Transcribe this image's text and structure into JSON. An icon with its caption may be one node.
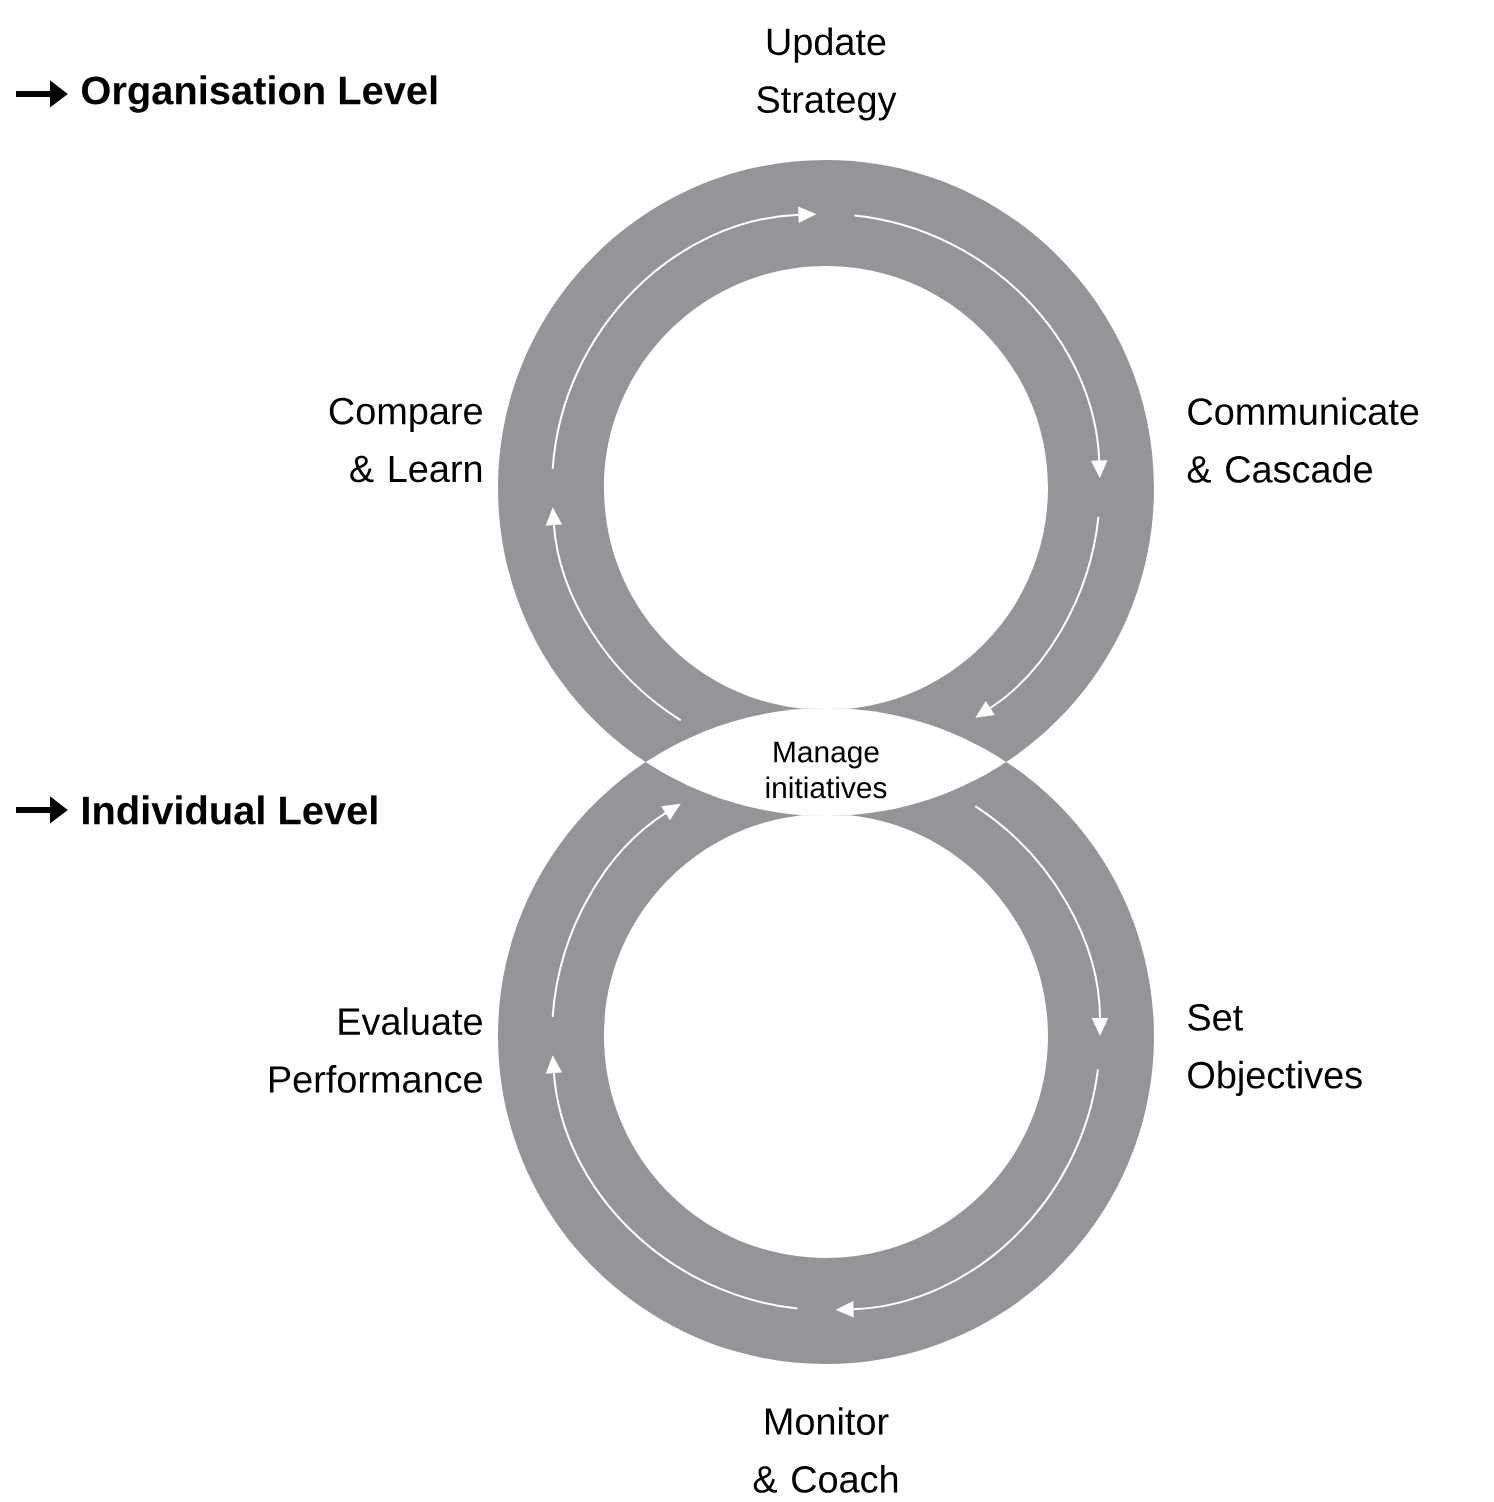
{
  "diagram": {
    "nodes": [
      {
        "text": [
          "Update Strategy"
        ]
      },
      {
        "text": [
          "Compare & Learn"
        ]
      },
      {
        "text": [
          "Communicate & Cascade"
        ]
      },
      {
        "text": [
          "Manage initiatives"
        ]
      },
      {
        "text": [
          "Evaluate Performance"
        ]
      },
      {
        "text": [
          "Set Objectives"
        ]
      },
      {
        "text": [
          "Monitor & Coach"
        ]
      }
    ],
    "edges": [
      {
        "from": 1,
        "to": 0,
        "arrow": "to"
      },
      {
        "from": 0,
        "to": 2,
        "arrow": "to"
      },
      {
        "from": 2,
        "to": 3,
        "arrow": "to"
      },
      {
        "from": 3,
        "to": 1,
        "arrow": "to"
      },
      {
        "from": 3,
        "to": 5,
        "arrow": "to"
      },
      {
        "from": 5,
        "to": 6,
        "arrow": "to"
      },
      {
        "from": 6,
        "to": 4,
        "arrow": "to"
      },
      {
        "from": 4,
        "to": 3,
        "arrow": "to"
      }
    ],
    "labels": [
      "Organisation Level",
      "Individual Level"
    ]
  }
}
